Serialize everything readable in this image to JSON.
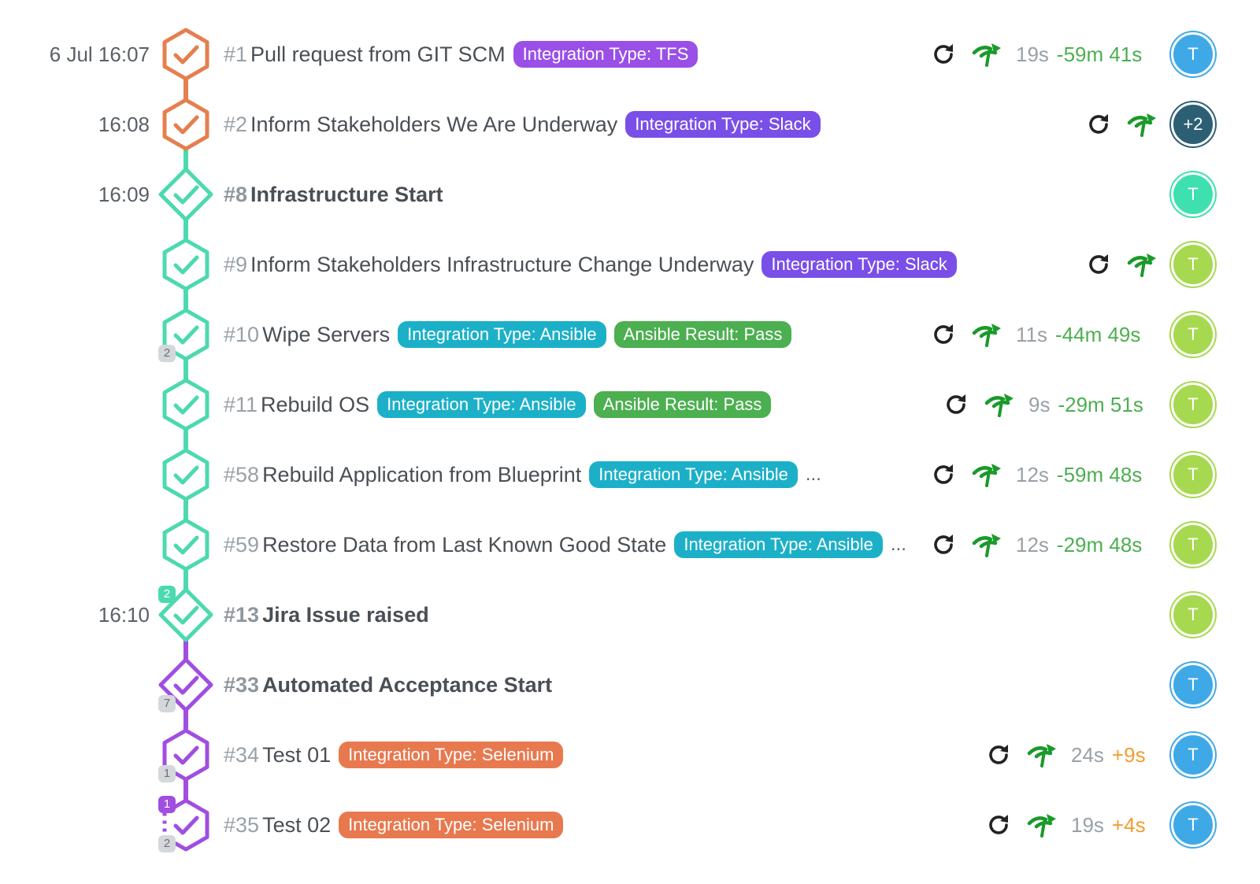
{
  "colors": {
    "orange": "#e57f4f",
    "teal": "#4dd9b0",
    "purple": "#a04ee0",
    "tag_purple_dark": "#7a4fe8",
    "tag_purple_light": "#9a50e6",
    "tag_cyan": "#1cb0c8",
    "tag_green": "#4caf50",
    "tag_orange": "#e8794f",
    "delta_green": "#4caf50",
    "delta_orange": "#f39c2f",
    "avatar_blue": "#3fa9e8",
    "avatar_teal": "#3fe0b0",
    "avatar_lime": "#a6d94f",
    "avatar_dark": "#2d5f74"
  },
  "timeline": {
    "steps": [
      {
        "time": "6 Jul 16:07",
        "number": "#1",
        "title": "Pull request from GIT SCM",
        "bold": false,
        "shape": "hexagon",
        "color": "orange",
        "tags": [
          {
            "text": "Integration Type: TFS",
            "color": "tag_purple_light"
          }
        ],
        "ellipsis": "",
        "actions": true,
        "duration": "19s",
        "delta": "-59m 41s",
        "delta_color": "delta_green",
        "avatar": "T",
        "avatar_color": "avatar_blue",
        "badge_top": "",
        "badge_bottom": ""
      },
      {
        "time": "16:08",
        "number": "#2",
        "title": "Inform Stakeholders We Are Underway",
        "bold": false,
        "shape": "hexagon",
        "color": "orange",
        "tags": [
          {
            "text": "Integration Type: Slack",
            "color": "tag_purple_dark"
          }
        ],
        "ellipsis": "",
        "actions": true,
        "duration": "",
        "delta": "",
        "delta_color": "delta_green",
        "avatar": "+2",
        "avatar_color": "avatar_dark",
        "badge_top": "",
        "badge_bottom": ""
      },
      {
        "time": "16:09",
        "number": "#8",
        "title": "Infrastructure Start",
        "bold": true,
        "shape": "diamond",
        "color": "teal",
        "tags": [],
        "ellipsis": "",
        "actions": false,
        "duration": "",
        "delta": "",
        "delta_color": "delta_green",
        "avatar": "T",
        "avatar_color": "avatar_teal",
        "badge_top": "",
        "badge_bottom": ""
      },
      {
        "time": "",
        "number": "#9",
        "title": "Inform Stakeholders Infrastructure Change Underway",
        "bold": false,
        "shape": "hexagon",
        "color": "teal",
        "tags": [
          {
            "text": "Integration Type: Slack",
            "color": "tag_purple_dark"
          }
        ],
        "ellipsis": "",
        "actions": true,
        "duration": "",
        "delta": "",
        "delta_color": "delta_green",
        "avatar": "T",
        "avatar_color": "avatar_lime",
        "badge_top": "",
        "badge_bottom": ""
      },
      {
        "time": "",
        "number": "#10",
        "title": "Wipe Servers",
        "bold": false,
        "shape": "hexagon",
        "color": "teal",
        "tags": [
          {
            "text": "Integration Type: Ansible",
            "color": "tag_cyan"
          },
          {
            "text": "Ansible Result: Pass",
            "color": "tag_green"
          }
        ],
        "ellipsis": "",
        "actions": true,
        "duration": "11s",
        "delta": "-44m 49s",
        "delta_color": "delta_green",
        "avatar": "T",
        "avatar_color": "avatar_lime",
        "badge_top": "",
        "badge_bottom": "2"
      },
      {
        "time": "",
        "number": "#11",
        "title": "Rebuild OS",
        "bold": false,
        "shape": "hexagon",
        "color": "teal",
        "tags": [
          {
            "text": "Integration Type: Ansible",
            "color": "tag_cyan"
          },
          {
            "text": "Ansible Result: Pass",
            "color": "tag_green"
          }
        ],
        "ellipsis": "",
        "actions": true,
        "duration": "9s",
        "delta": "-29m 51s",
        "delta_color": "delta_green",
        "avatar": "T",
        "avatar_color": "avatar_lime",
        "badge_top": "",
        "badge_bottom": ""
      },
      {
        "time": "",
        "number": "#58",
        "title": "Rebuild Application from Blueprint",
        "bold": false,
        "shape": "hexagon",
        "color": "teal",
        "tags": [
          {
            "text": "Integration Type: Ansible",
            "color": "tag_cyan"
          }
        ],
        "ellipsis": "...",
        "actions": true,
        "duration": "12s",
        "delta": "-59m 48s",
        "delta_color": "delta_green",
        "avatar": "T",
        "avatar_color": "avatar_lime",
        "badge_top": "",
        "badge_bottom": ""
      },
      {
        "time": "",
        "number": "#59",
        "title": "Restore Data from Last Known Good State",
        "bold": false,
        "shape": "hexagon",
        "color": "teal",
        "tags": [
          {
            "text": "Integration Type: Ansible",
            "color": "tag_cyan"
          }
        ],
        "ellipsis": "...",
        "actions": true,
        "duration": "12s",
        "delta": "-29m 48s",
        "delta_color": "delta_green",
        "avatar": "T",
        "avatar_color": "avatar_lime",
        "badge_top": "",
        "badge_bottom": ""
      },
      {
        "time": "16:10",
        "number": "#13",
        "title": "Jira Issue raised",
        "bold": true,
        "shape": "diamond",
        "color": "teal",
        "tags": [],
        "ellipsis": "",
        "actions": false,
        "duration": "",
        "delta": "",
        "delta_color": "delta_green",
        "avatar": "T",
        "avatar_color": "avatar_lime",
        "badge_top": "2",
        "badge_bottom": ""
      },
      {
        "time": "",
        "number": "#33",
        "title": "Automated Acceptance Start",
        "bold": true,
        "shape": "diamond",
        "color": "purple",
        "tags": [],
        "ellipsis": "",
        "actions": false,
        "duration": "",
        "delta": "",
        "delta_color": "delta_green",
        "avatar": "T",
        "avatar_color": "avatar_blue",
        "badge_top": "",
        "badge_bottom": "7"
      },
      {
        "time": "",
        "number": "#34",
        "title": "Test 01",
        "bold": false,
        "shape": "hexagon",
        "color": "purple",
        "tags": [
          {
            "text": "Integration Type: Selenium",
            "color": "tag_orange"
          }
        ],
        "ellipsis": "",
        "actions": true,
        "duration": "24s",
        "delta": "+9s",
        "delta_color": "delta_orange",
        "avatar": "T",
        "avatar_color": "avatar_blue",
        "badge_top": "",
        "badge_bottom": "1"
      },
      {
        "time": "",
        "number": "#35",
        "title": "Test 02",
        "bold": false,
        "shape": "hexagon-open",
        "color": "purple",
        "tags": [
          {
            "text": "Integration Type: Selenium",
            "color": "tag_orange"
          }
        ],
        "ellipsis": "",
        "actions": true,
        "duration": "19s",
        "delta": "+4s",
        "delta_color": "delta_orange",
        "avatar": "T",
        "avatar_color": "avatar_blue",
        "badge_top": "1",
        "badge_bottom": "2"
      }
    ]
  }
}
